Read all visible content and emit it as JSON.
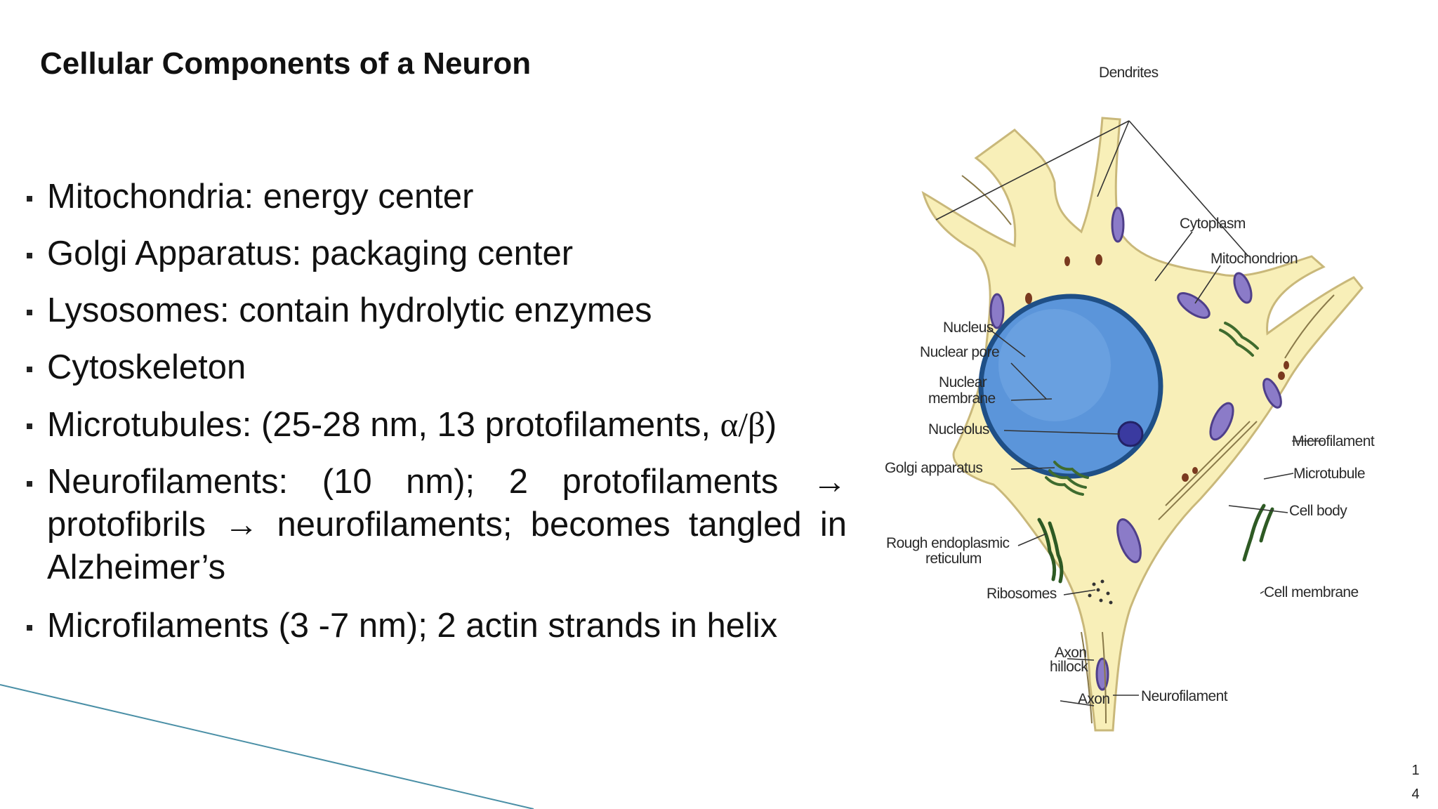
{
  "slide": {
    "title": "Cellular Components of a Neuron",
    "page_number": "14"
  },
  "bullets": [
    {
      "text": "Mitochondria: energy center"
    },
    {
      "text": "Golgi Apparatus: packaging center"
    },
    {
      "text": "Lysosomes: contain hydrolytic enzymes"
    },
    {
      "text": "Cytoskeleton"
    },
    {
      "text_before": "Microtubules: (25-28 nm, 13 protofilaments, ",
      "greek": "α/β",
      "text_after": ")"
    },
    {
      "text": "Neurofilaments: (10 nm); 2 protofilaments → protofibrils → neurofilaments; becomes tangled in Alzheimer’s"
    },
    {
      "text": "Microfilaments (3 -7 nm); 2 actin strands in helix"
    }
  ],
  "diagram": {
    "labels": {
      "dendrites": "Dendrites",
      "cytoplasm": "Cytoplasm",
      "mitochondrion": "Mitochondrion",
      "nucleus": "Nucleus",
      "nuclear_pore": "Nuclear pore",
      "nuclear_membrane_1": "Nuclear",
      "nuclear_membrane_2": "membrane",
      "nucleolus": "Nucleolus",
      "golgi": "Golgi apparatus",
      "rer_1": "Rough endoplasmic",
      "rer_2": "reticulum",
      "ribosomes": "Ribosomes",
      "axon_hillock_1": "Axon",
      "axon_hillock_2": "hillock",
      "axon": "Axon",
      "microfilament": "Microfilament",
      "microtubule": "Microtubule",
      "cell_body": "Cell body",
      "cell_membrane": "Cell membrane",
      "neurofilament": "Neurofilament"
    },
    "colors": {
      "cytoplasm": "#f8efb8",
      "membrane": "#c9b87a",
      "nucleus": "#5b95da",
      "nucleus_border": "#1f4f86",
      "nucleolus": "#3a3aa0",
      "mitochondrion": "#8b7bc8",
      "golgi": "#3f6b2e",
      "accent_line": "#4a8fa6"
    }
  }
}
